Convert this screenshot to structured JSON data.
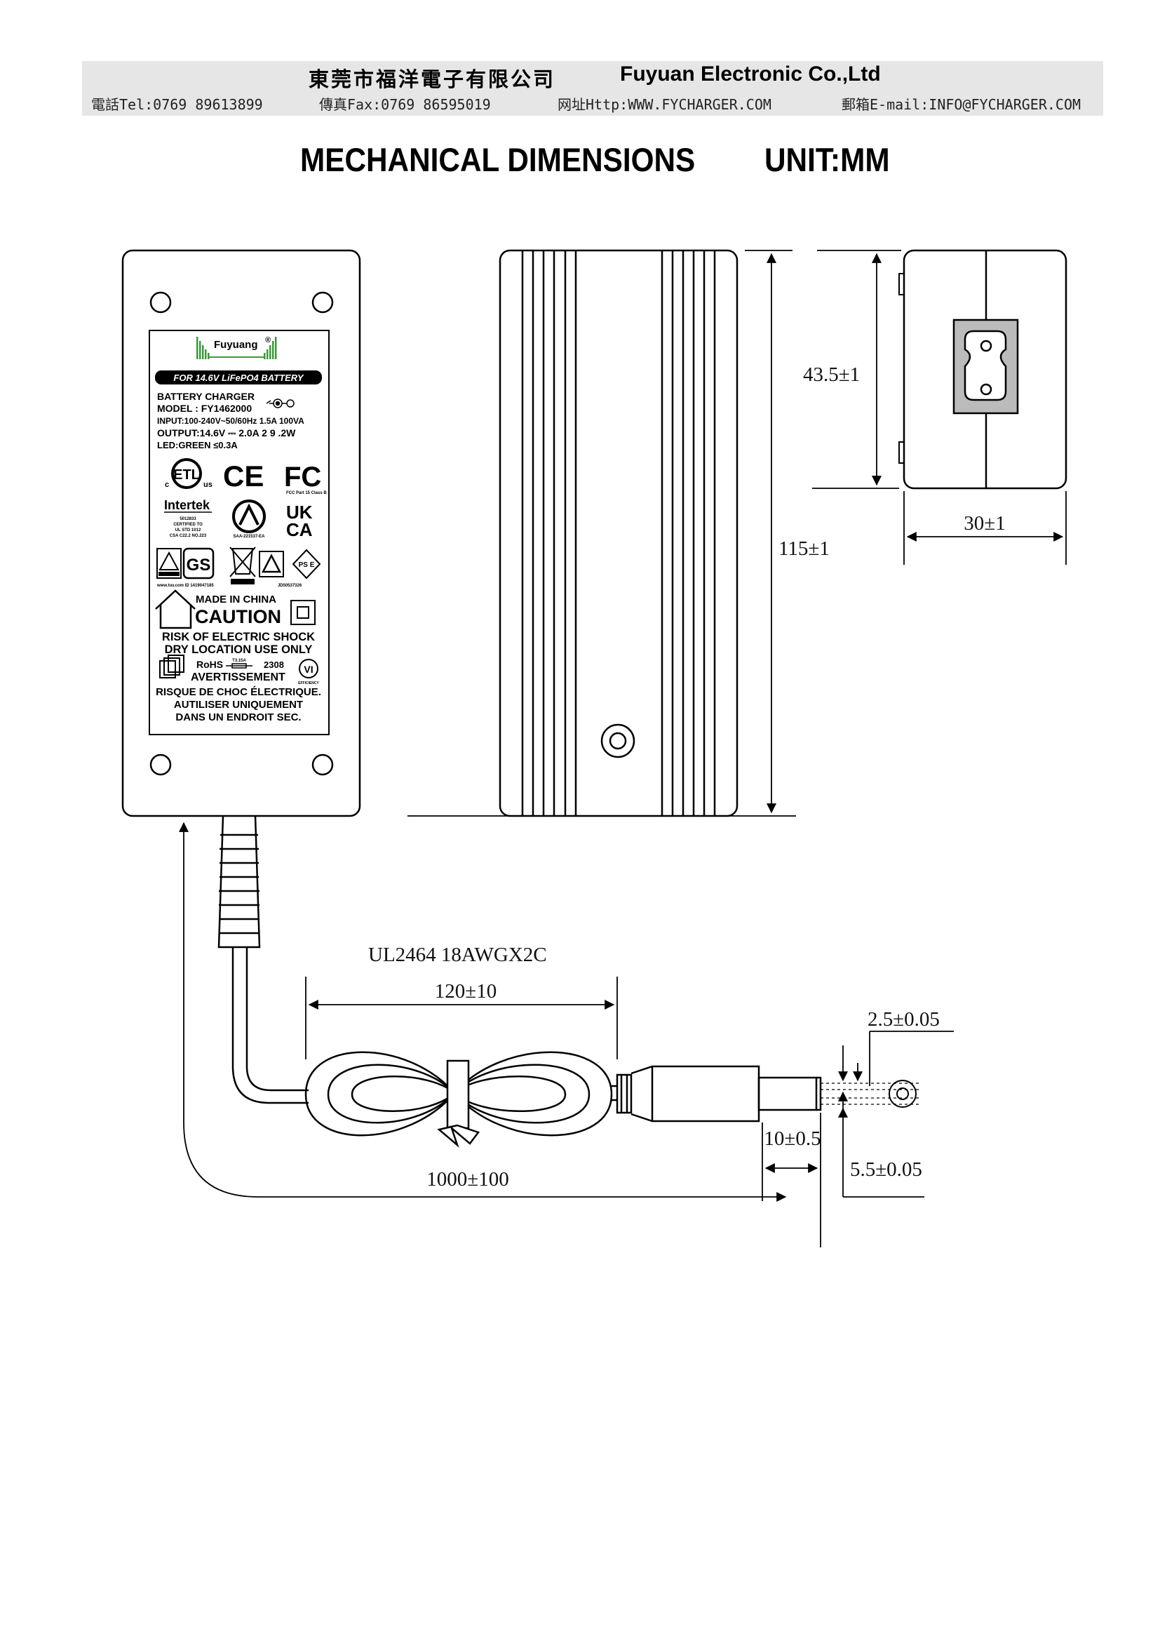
{
  "header": {
    "company_cn": "東莞市福洋電子有限公司",
    "company_en": "Fuyuan Electronic Co.,Ltd",
    "tel": "電話Tel:0769 89613899",
    "fax": "傳真Fax:0769 86595019",
    "web": "网址Http:WWW.FYCHARGER.COM",
    "email": "郵箱E-mail:INFO@FYCHARGER.COM"
  },
  "title": "MECHANICAL DIMENSIONS",
  "unit": "UNIT:MM",
  "label": {
    "brand": "Fuyuang",
    "registered": "®",
    "banner": "FOR 14.6V LiFePO4 BATTERY",
    "line1": "BATTERY CHARGER",
    "line2": "MODEL : FY1462000",
    "line3": "INPUT:100-240V~50/60Hz 1.5A 100VA",
    "line4": "OUTPUT:14.6V ⎓ 2.0A   2 9 .2W",
    "line5": "LED:GREEN ≤0.3A",
    "fcc": "FC",
    "fcc_sub": "FCC Part 15 Class B",
    "ce": "CE",
    "intertek": "Intertek",
    "intertek_sub1": "5012833",
    "intertek_sub2": "CERTIFIED TO",
    "intertek_sub3": "UL STD 1012",
    "intertek_sub4": "CSA C22.2 NO.223",
    "ukca_top": "UK",
    "ukca_bottom": "CA",
    "saa_code": "SAA-221537-EA",
    "gs": "GS",
    "tuv_url": "www.tuv.com  ID 1419047185",
    "jd_code": "JD50537326",
    "pse": "PS E",
    "made_in": "MADE IN CHINA",
    "caution": "CAUTION",
    "risk": "RISK OF ELECTRIC SHOCK",
    "dry": "DRY LOCATION USE ONLY",
    "rohs": "RoHS",
    "fuse": "T3.15A",
    "fuse_code": "2308",
    "efficiency": "VI",
    "efficiency_sub": "EFFICIENCY",
    "avert": "AVERTISSEMENT",
    "fr1": "RISQUE DE CHOC ÉLECTRIQUE.",
    "fr2": "AUTILISER UNIQUEMENT",
    "fr3": "DANS UN ENDROIT SEC."
  },
  "dimensions": {
    "height": "43.5±1",
    "length": "115±1",
    "width": "30±1",
    "cable_spec": "UL2464 18AWGX2C",
    "coil": "120±10",
    "cable_length": "1000±100",
    "plug_length": "10±0.5",
    "inner_dia": "2.5±0.05",
    "outer_dia": "5.5±0.05"
  }
}
